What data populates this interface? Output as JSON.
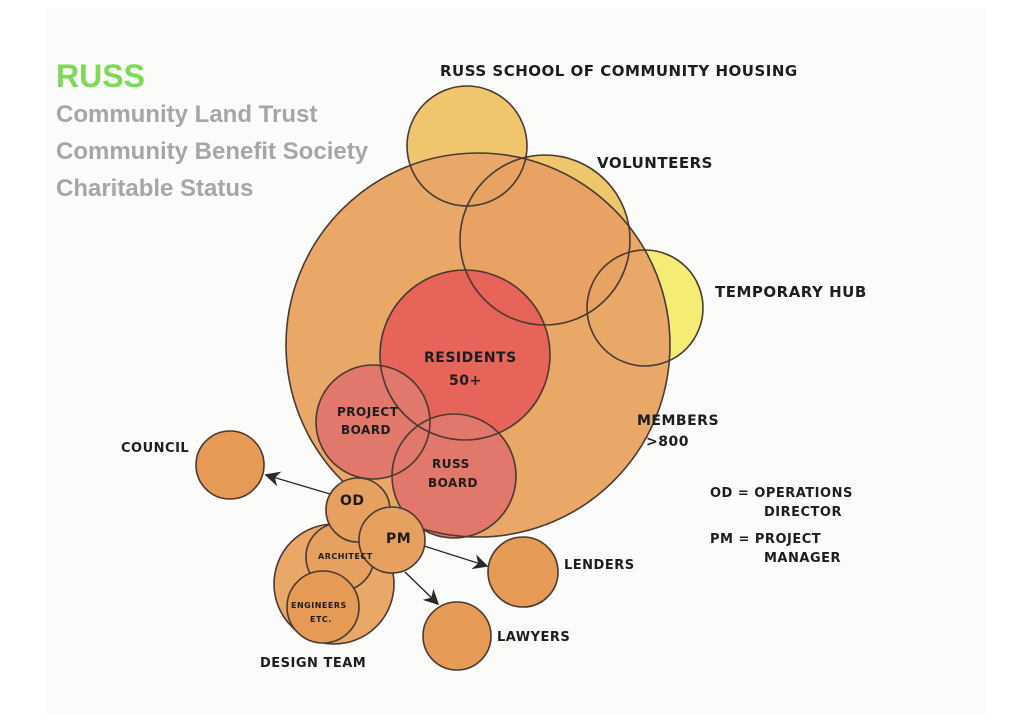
{
  "header": {
    "title": "RUSS",
    "lines": [
      "Community Land Trust",
      "Community Benefit Society",
      "Charitable Status"
    ]
  },
  "labels": {
    "school": "RUSS SCHOOL OF COMMUNITY HOUSING",
    "volunteers": "VOLUNTEERS",
    "temporary_hub": "TEMPORARY HUB",
    "residents_1": "RESIDENTS",
    "residents_2": "50+",
    "members_1": "MEMBERS",
    "members_2": ">800",
    "project_board_1": "PROJECT",
    "project_board_2": "BOARD",
    "russ_board_1": "RUSS",
    "russ_board_2": "BOARD",
    "council": "COUNCIL",
    "od": "OD",
    "pm": "PM",
    "architect": "ARCHITECT",
    "engineers_1": "ENGINEERS",
    "engineers_2": "ETC.",
    "design_team": "DESIGN TEAM",
    "lenders": "LENDERS",
    "lawyers": "LAWYERS"
  },
  "legend": {
    "od_1": "OD = OPERATIONS",
    "od_2": "DIRECTOR",
    "pm_1": "PM = PROJECT",
    "pm_2": "MANAGER"
  },
  "colors": {
    "yellow": "#f4ea6a",
    "orange": "#e9a768",
    "orange_dark": "#e59a55",
    "red": "#e66459",
    "red_light": "#e2776c",
    "title_green": "#7ed957",
    "subtitle_grey": "#a6a6a6"
  }
}
